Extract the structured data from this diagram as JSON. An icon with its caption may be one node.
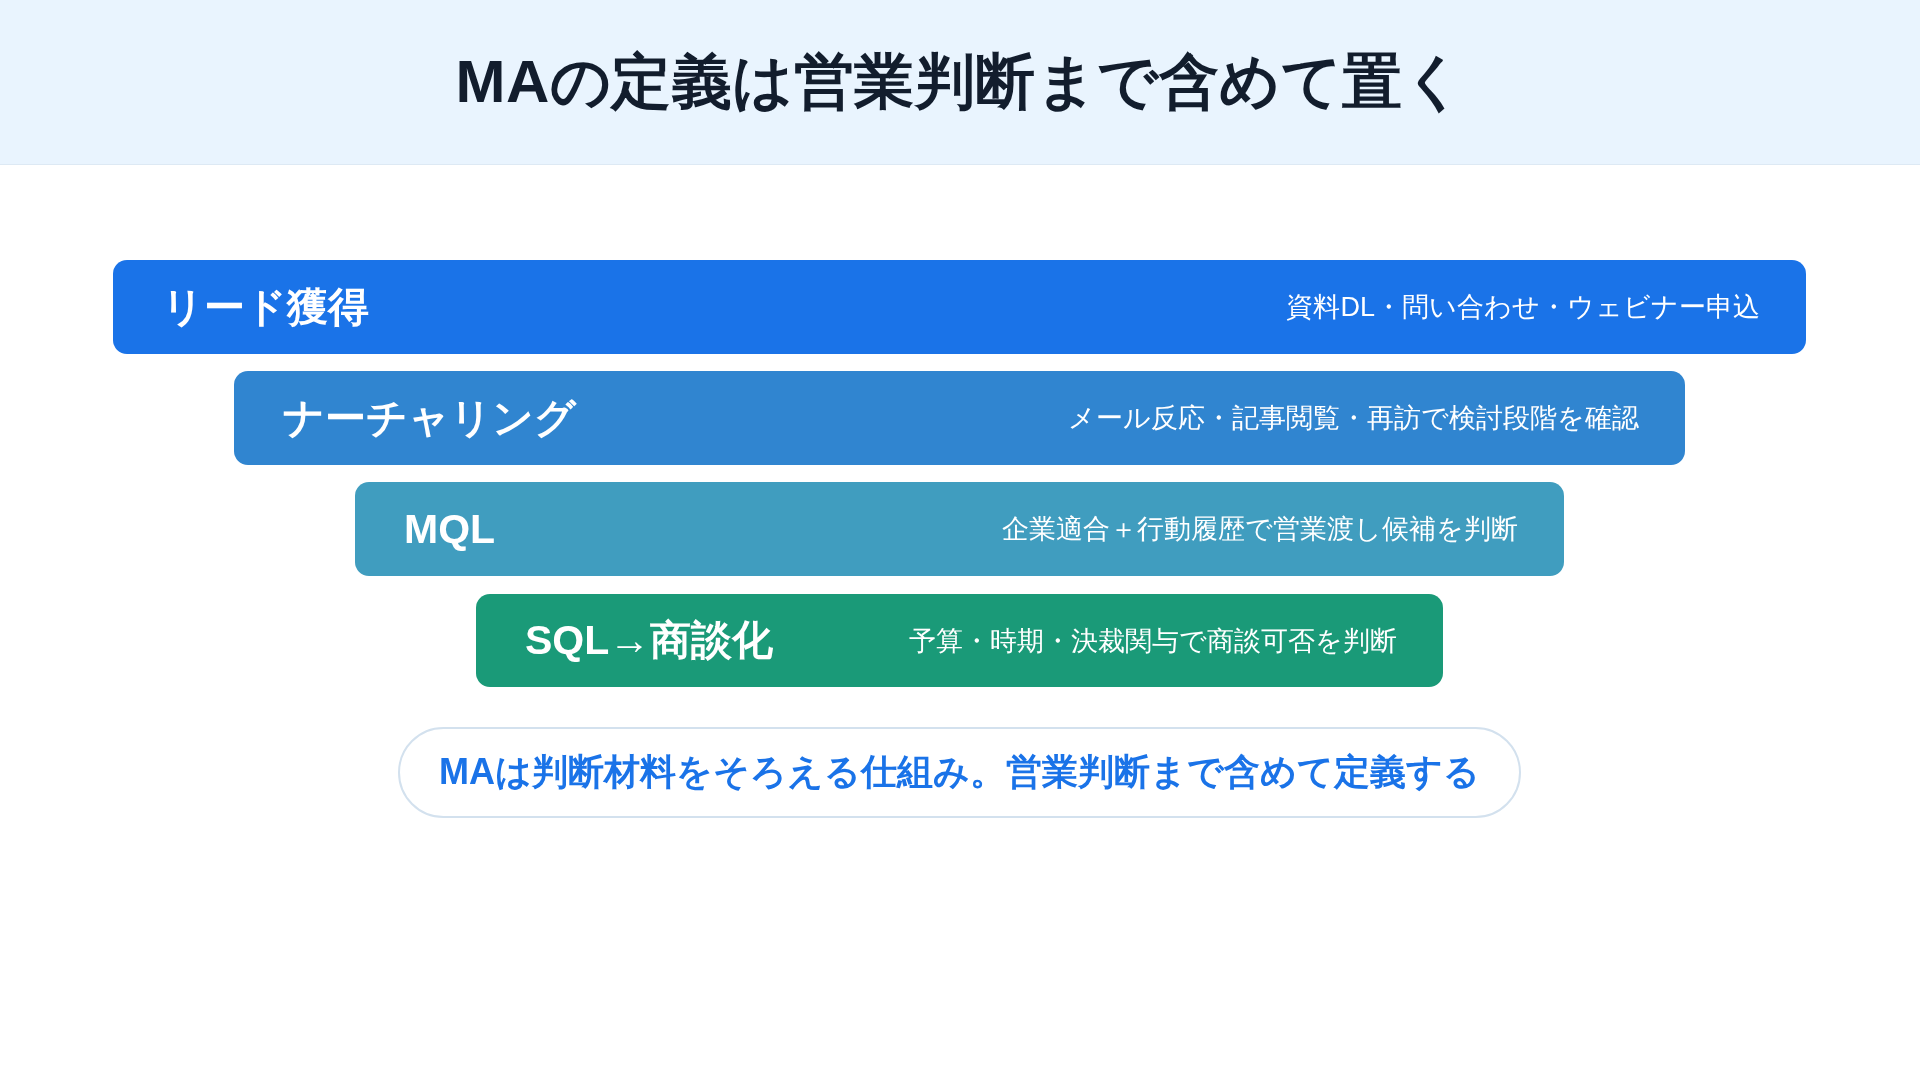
{
  "diagram": {
    "title": "MAの定義は営業判断まで含めて置く",
    "nodes": [
      {
        "text": [
          "リード獲得",
          "資料DL・問い合わせ・ウェビナー申込"
        ]
      },
      {
        "text": [
          "ナーチャリング",
          "メール反応・記事閲覧・再訪で検討段階を確認"
        ]
      },
      {
        "text": [
          "MQL",
          "企業適合＋行動履歴で営業渡し候補を判断"
        ]
      },
      {
        "text": [
          "SQL→商談化",
          "予算・時期・決裁関与で商談可否を判断"
        ]
      },
      {
        "text": [
          "MAは判断材料をそろえる仕組み。営業判断まで含めて定義する"
        ]
      }
    ]
  }
}
